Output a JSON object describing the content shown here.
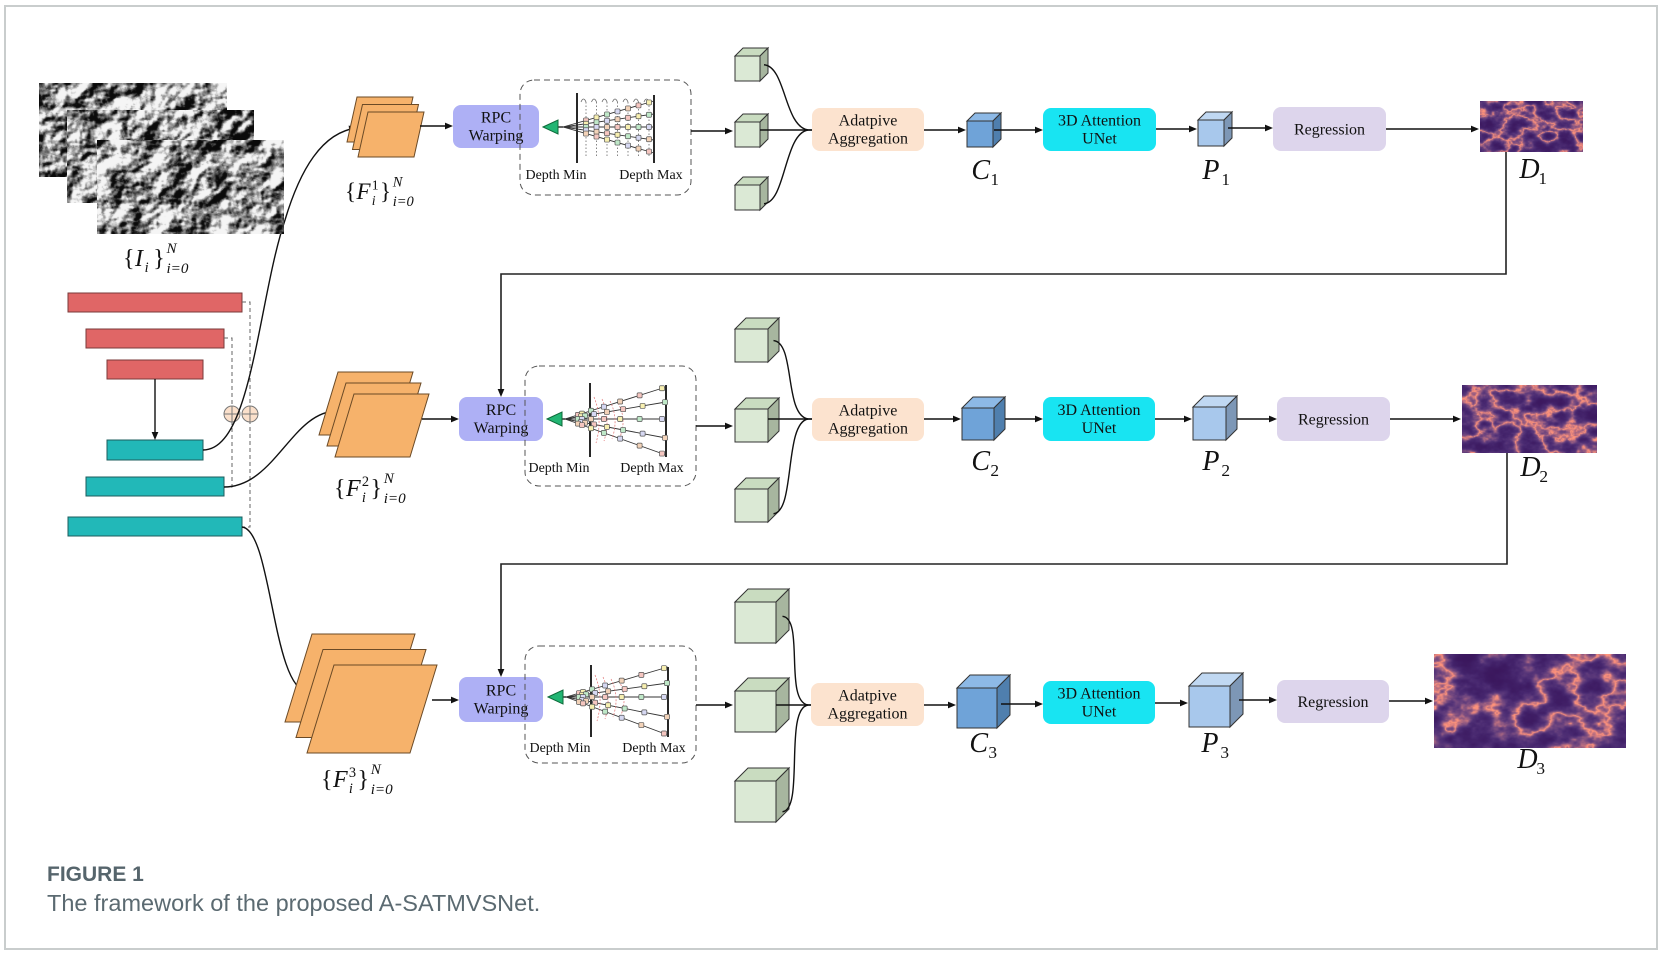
{
  "figure": {
    "label": "FIGURE 1",
    "caption": "The framework of the proposed A-SATMVSNet."
  },
  "input_images": {
    "count": 3,
    "label": {
      "open": "{",
      "base": "I",
      "sub": "i",
      "close": "}",
      "upper": "N",
      "lower": "i=0"
    }
  },
  "feature_pyramid": {
    "top_down_levels": 3,
    "output_levels": 3,
    "fusion_icon": "circled-plus"
  },
  "stages": [
    {
      "features": {
        "open": "{",
        "base": "F",
        "sup": "1",
        "sub": "i",
        "close": "}",
        "upper": "N",
        "lower": "i=0"
      },
      "rpc_warping": [
        "RPC",
        "Warping"
      ],
      "depth_min": "Depth Min",
      "depth_max": "Depth Max",
      "feature_volumes": 3,
      "aggregation": [
        "Adatpive",
        "Aggregation"
      ],
      "cost_volume": {
        "base": "C",
        "sub": "1"
      },
      "attention_unet": [
        "3D Attention",
        "UNet"
      ],
      "probability_volume": {
        "base": "P",
        "sub": "1"
      },
      "regression": "Regression",
      "depth_map": {
        "base": "D",
        "sub": "1"
      }
    },
    {
      "features": {
        "open": "{",
        "base": "F",
        "sup": "2",
        "sub": "i",
        "close": "}",
        "upper": "N",
        "lower": "i=0"
      },
      "rpc_warping": [
        "RPC",
        "Warping"
      ],
      "depth_min": "Depth Min",
      "depth_max": "Depth Max",
      "feature_volumes": 3,
      "aggregation": [
        "Adatpive",
        "Aggregation"
      ],
      "cost_volume": {
        "base": "C",
        "sub": "2"
      },
      "attention_unet": [
        "3D Attention",
        "UNet"
      ],
      "probability_volume": {
        "base": "P",
        "sub": "2"
      },
      "regression": "Regression",
      "depth_map": {
        "base": "D",
        "sub": "2"
      }
    },
    {
      "features": {
        "open": "{",
        "base": "F",
        "sup": "3",
        "sub": "i",
        "close": "}",
        "upper": "N",
        "lower": "i=0"
      },
      "rpc_warping": [
        "RPC",
        "Warping"
      ],
      "depth_min": "Depth Min",
      "depth_max": "Depth Max",
      "feature_volumes": 3,
      "aggregation": [
        "Adatpive",
        "Aggregation"
      ],
      "cost_volume": {
        "base": "C",
        "sub": "3"
      },
      "attention_unet": [
        "3D Attention",
        "UNet"
      ],
      "probability_volume": {
        "base": "P",
        "sub": "3"
      },
      "regression": "Regression",
      "depth_map": {
        "base": "D",
        "sub": "3"
      }
    }
  ],
  "colors": {
    "encoder": "#e06666",
    "decoder": "#22b8b8",
    "feature": "#f6b26b",
    "rpc": "#aeb0f5",
    "camera": "#22b573",
    "volume_front": "#dbe9d5",
    "volume_top": "#c9dcc0",
    "volume_side": "#a7b69f",
    "aggregation": "#fce3cf",
    "cost_front": "#6fa3d8",
    "cost_top": "#8db9e6",
    "cost_side": "#4f7fae",
    "attention": "#18e4f2",
    "prob_front": "#a8c8ec",
    "prob_top": "#c0d8f2",
    "prob_side": "#7d97b6",
    "regression": "#ddd5ec",
    "fusion": "#fbe0cb",
    "border": "#c9cdcd"
  }
}
